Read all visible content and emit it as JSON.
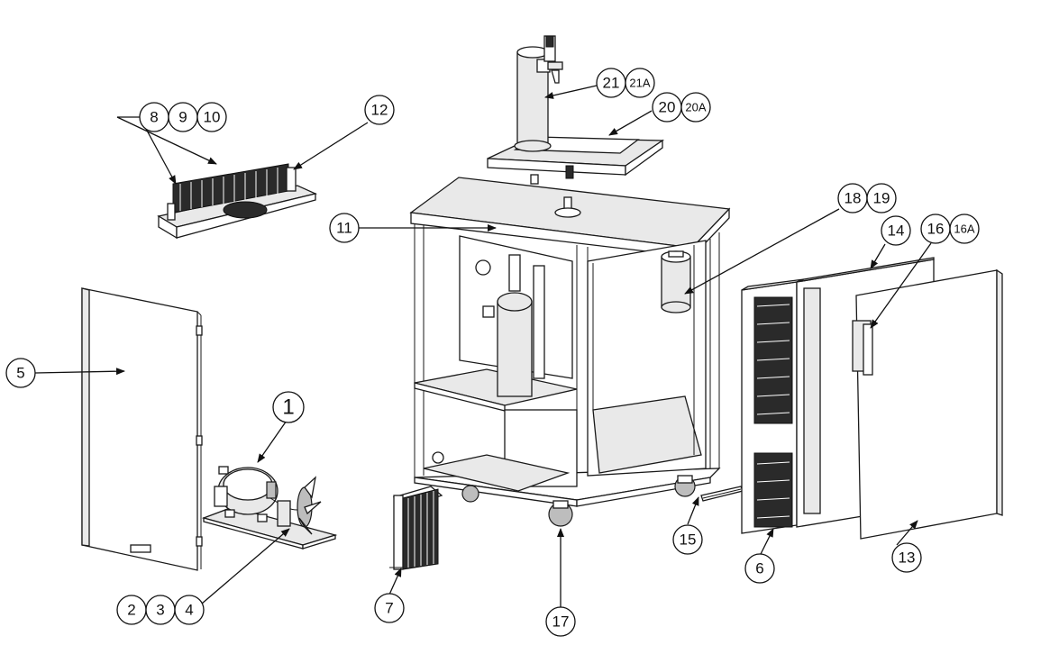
{
  "callouts": {
    "c1": "1",
    "c2": "2",
    "c3": "3",
    "c4": "4",
    "c5": "5",
    "c6": "6",
    "c7": "7",
    "c8": "8",
    "c9": "9",
    "c10": "10",
    "c11": "11",
    "c12": "12",
    "c13": "13",
    "c14": "14",
    "c15": "15",
    "c16": "16",
    "c16a": "16A",
    "c17": "17",
    "c18": "18",
    "c19": "19",
    "c20": "20",
    "c20a": "20A",
    "c21": "21",
    "c21a": "21A"
  }
}
